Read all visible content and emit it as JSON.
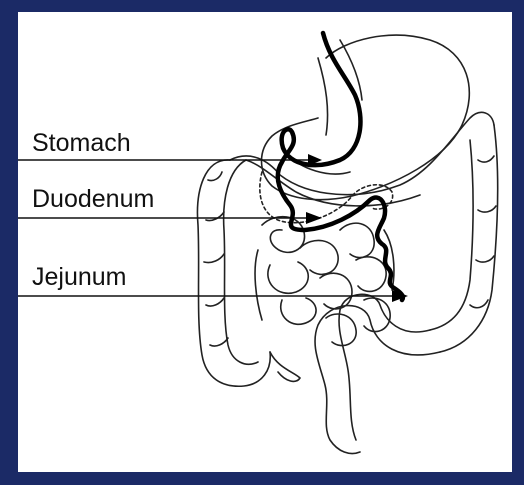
{
  "figure": {
    "labels": [
      "Stomach",
      "Duodenum",
      "Jejunum"
    ]
  },
  "colors": {
    "frame": "#1b2a66",
    "panel": "#ffffff",
    "ink": "#111111",
    "tube": "#000000"
  },
  "icons": [
    "digestive-tract-illustration",
    "feeding-tube-path",
    "pointer-arrow"
  ]
}
